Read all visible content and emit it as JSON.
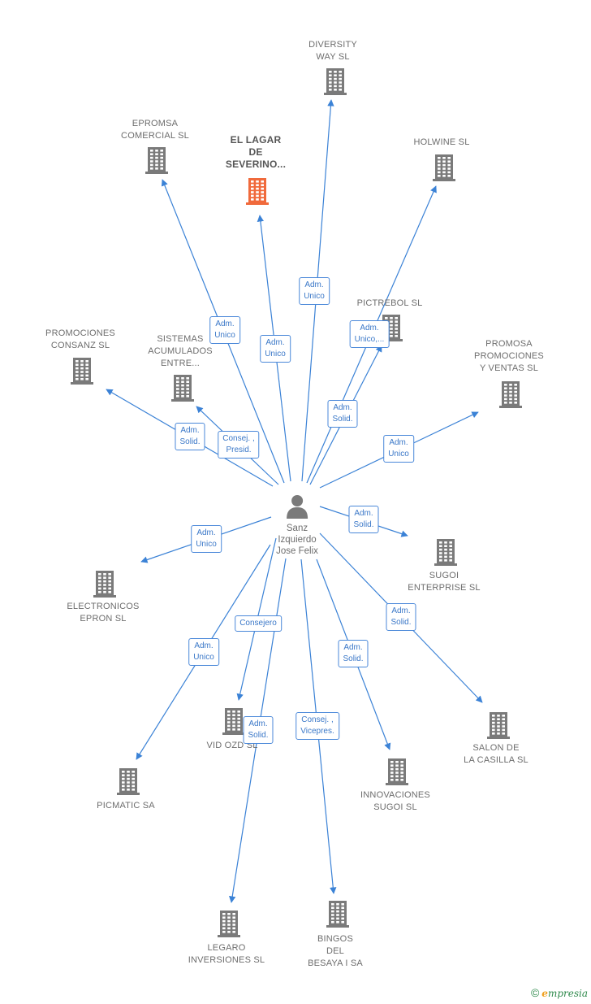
{
  "colors": {
    "edge": "#3b82d6",
    "building": "#7a7a7a",
    "highlight_building": "#f06a3c",
    "person": "#7a7a7a"
  },
  "center": {
    "label": "Sanz\nIzquierdo\nJose Felix",
    "icon": "person-icon"
  },
  "companies": [
    {
      "id": "diversity",
      "label": "DIVERSITY\nWAY SL"
    },
    {
      "id": "epromsa",
      "label": "EPROMSA\nCOMERCIAL SL"
    },
    {
      "id": "lagar",
      "label": "EL LAGAR\nDE\nSEVERINO...",
      "highlight": true
    },
    {
      "id": "holwine",
      "label": "HOLWINE  SL"
    },
    {
      "id": "pictrebol",
      "label": "PICTREBOL SL"
    },
    {
      "id": "promociones_consanz",
      "label": "PROMOCIONES\nCONSANZ SL"
    },
    {
      "id": "sistemas",
      "label": "SISTEMAS\nACUMULADOS\nENTRE..."
    },
    {
      "id": "promosa",
      "label": "PROMOSA\nPROMOCIONES\nY VENTAS  SL"
    },
    {
      "id": "sugoi_enterprise",
      "label": "SUGOI\nENTERPRISE SL"
    },
    {
      "id": "electronicos",
      "label": "ELECTRONICOS\nEPRON SL"
    },
    {
      "id": "salon",
      "label": "SALON DE\nLA CASILLA SL"
    },
    {
      "id": "vid_ozd",
      "label": "VID OZD  SL"
    },
    {
      "id": "picmatic",
      "label": "PICMATIC SA"
    },
    {
      "id": "innovaciones",
      "label": "INNOVACIONES\nSUGOI SL"
    },
    {
      "id": "legaro",
      "label": "LEGARO\nINVERSIONES SL"
    },
    {
      "id": "bingos",
      "label": "BINGOS\nDEL\nBESAYA I SA"
    }
  ],
  "edges": [
    {
      "to": "diversity",
      "label": "Adm.\nUnico"
    },
    {
      "to": "epromsa",
      "label": "Adm.\nUnico"
    },
    {
      "to": "lagar",
      "label": "Adm.\nUnico"
    },
    {
      "to": "holwine",
      "label": "Adm.\nUnico,..."
    },
    {
      "to": "pictrebol",
      "label": "Adm.\nSolid."
    },
    {
      "to": "promociones_consanz",
      "label": "Adm.\nSolid."
    },
    {
      "to": "sistemas",
      "label": "Consej. ,\nPresid."
    },
    {
      "to": "promosa",
      "label": "Adm.\nUnico"
    },
    {
      "to": "sugoi_enterprise",
      "label": "Adm.\nSolid."
    },
    {
      "to": "electronicos",
      "label": "Adm.\nUnico"
    },
    {
      "to": "salon",
      "label": "Adm.\nSolid."
    },
    {
      "to": "vid_ozd",
      "label": "Consejero"
    },
    {
      "to": "picmatic",
      "label": "Adm.\nUnico"
    },
    {
      "to": "innovaciones",
      "label": "Adm.\nSolid."
    },
    {
      "to": "legaro",
      "label": "Adm.\nSolid."
    },
    {
      "to": "bingos",
      "label": "Consej. ,\nVicepres."
    }
  ],
  "footer": {
    "copyright": "©",
    "brand_initial": "e",
    "brand_rest": "mpresia"
  }
}
